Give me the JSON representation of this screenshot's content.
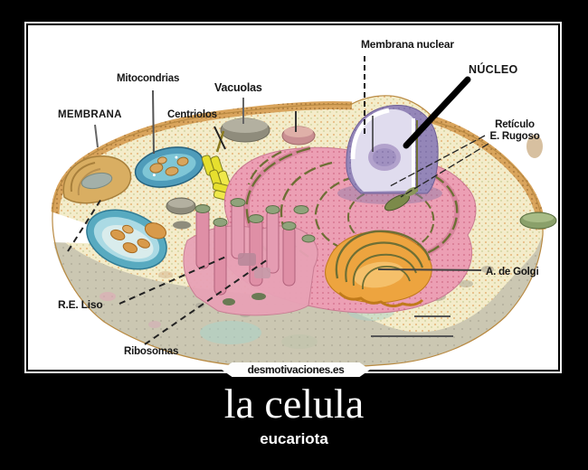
{
  "meme": {
    "watermark": "desmotivaciones.es",
    "title": "la celula",
    "subtitle": "eucariota",
    "background_color": "#000000",
    "text_color": "#ffffff"
  },
  "diagram": {
    "labels": {
      "membrana": {
        "text": "MEMBRANA"
      },
      "mitocondrias": {
        "text": "Mitocondrias"
      },
      "vacuolas": {
        "text": "Vacuolas"
      },
      "centriolos": {
        "text": "Centriolos"
      },
      "membrana_nuclear": {
        "text": "Membrana nuclear"
      },
      "nucleo": {
        "text": "NÚCLEO"
      },
      "reticulo_rugoso": {
        "line1": "Retículo",
        "line2": "E. Rugoso"
      },
      "golgi": {
        "text": "A. de Golgi"
      },
      "re_liso": {
        "text": "R.E. Liso"
      },
      "ribosomas": {
        "text": "Ribosomas"
      }
    },
    "colors": {
      "cytoplasm": "#f3ecca",
      "membrane_band": "#d9a45c",
      "nucleus_purple": "#9486b8",
      "rough_er_pink": "#ec9fb4",
      "golgi_orange": "#eda43f",
      "mitochondria_blue": "#5aa8c0",
      "centrioles_yellow": "#e6df2e",
      "cut_surface_grey": "#cbc7b2",
      "label_text": "#161616"
    }
  }
}
